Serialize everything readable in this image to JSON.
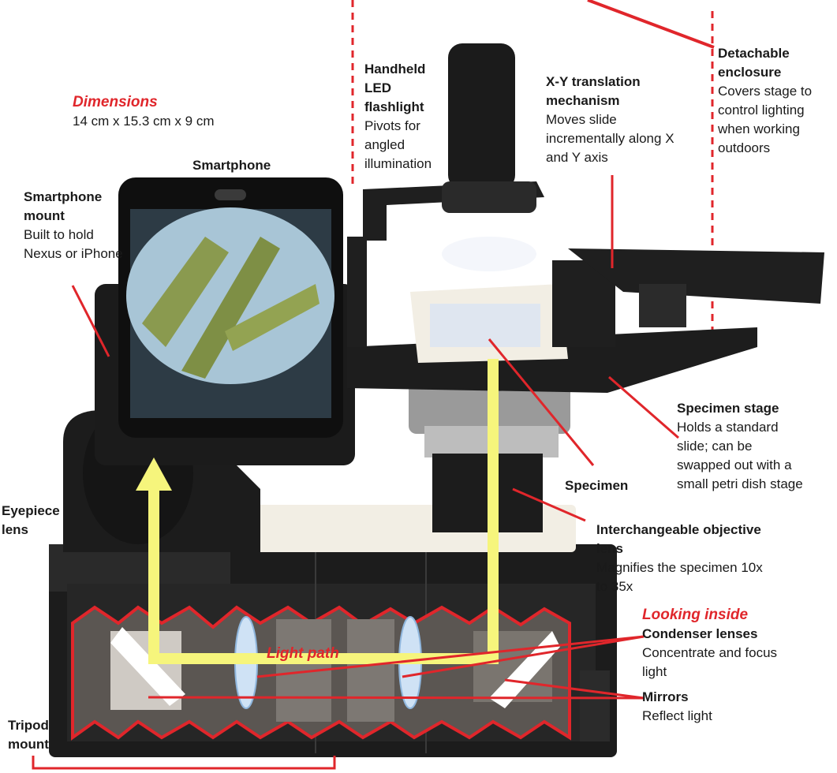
{
  "labels": {
    "dimensions_title": "Dimensions",
    "dimensions_value": "14 cm x 15.3 cm x 9 cm",
    "smartphone": "Smartphone",
    "mount_title": "Smartphone mount",
    "mount_desc": "Built to hold Nexus or iPhone",
    "flashlight_title": "Handheld LED flashlight",
    "flashlight_desc": "Pivots for angled illumination",
    "xy_title": "X-Y translation mechanism",
    "xy_desc": "Moves slide incrementally along X and Y axis",
    "enclosure_title": "Detachable enclosure",
    "enclosure_desc": "Covers stage to control lighting when working outdoors",
    "stage_title": "Specimen stage",
    "stage_desc": "Holds a standard slide; can be swapped out with a small petri dish stage",
    "specimen": "Specimen",
    "objective_title": "Interchangeable objective lens",
    "objective_desc": "Magnifies the specimen 10x to 35x",
    "eyepiece": "Eyepiece lens",
    "looking_inside": "Looking inside",
    "condenser_title": "Condenser lenses",
    "condenser_desc": "Concentrate and focus light",
    "mirrors_title": "Mirrors",
    "mirrors_desc": "Reflect light",
    "light_path": "Light path",
    "tripod": "Tripod mount"
  },
  "colors": {
    "accent_red": "#e0262b",
    "light_path": "#f6f57c",
    "device_black": "#1c1c1c",
    "stage_white": "#f2eee4"
  }
}
